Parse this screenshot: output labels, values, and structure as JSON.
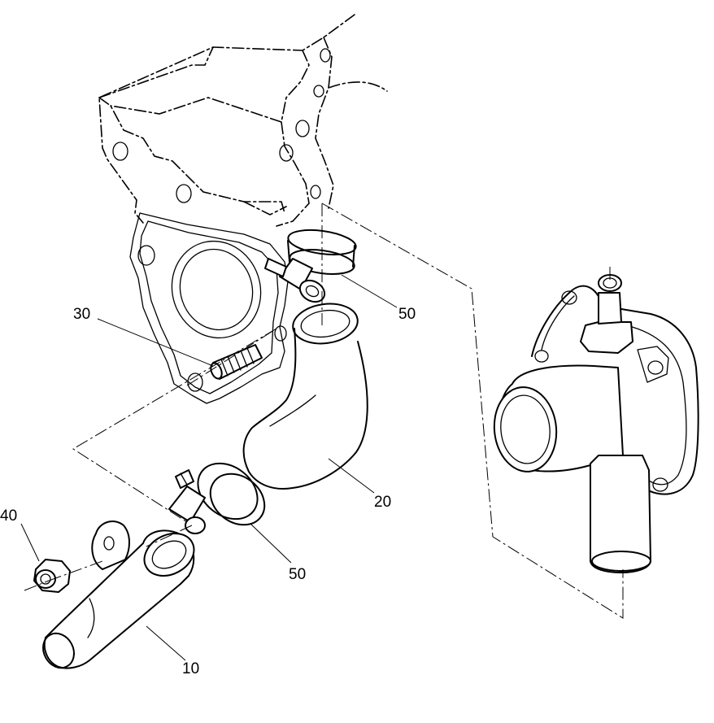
{
  "callouts": {
    "c10": "10",
    "c20": "20",
    "c30": "30",
    "c40": "40",
    "c50a": "50",
    "c50b": "50"
  },
  "colors": {
    "line": "#000000",
    "background": "#ffffff"
  }
}
